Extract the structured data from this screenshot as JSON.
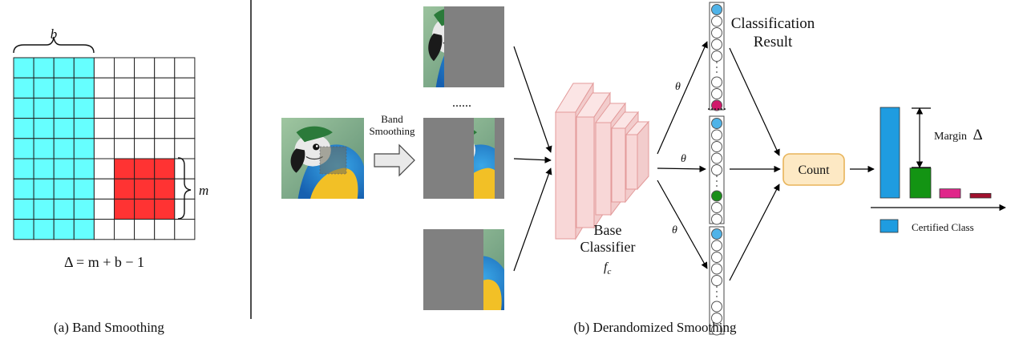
{
  "panel_a": {
    "caption": "(a) Band Smoothing",
    "band_label": "b",
    "patch_label": "m",
    "equation": "Δ = m + b − 1",
    "colors": {
      "band": "#66ffff",
      "patch": "#ff3333",
      "grid_line": "#222222"
    }
  },
  "panel_b": {
    "caption": "(b) Derandomized Smoothing",
    "arrow_label_line1": "Band",
    "arrow_label_line2": "Smoothing",
    "dots": "......",
    "classifier_line1": "Base",
    "classifier_line2": "Classifier",
    "classifier_symbol": "f",
    "classifier_subscript": "c",
    "theta": "θ",
    "result_line1": "Classification",
    "result_line2": "Result",
    "count_label": "Count",
    "margin_label": "Margin",
    "margin_symbol": "Δ",
    "legend_label": "Certified Class",
    "colors": {
      "top_neuron": "#4fb3e8",
      "magenta_neuron": "#d0186a",
      "green_neuron": "#1a8f1a",
      "count_fill": "#fde9c4",
      "count_stroke": "#e8b45a",
      "classifier_fill": "#f8d7d7",
      "classifier_stroke": "#e39a9a",
      "band_gray": "#808080"
    }
  },
  "chart_data": {
    "type": "bar",
    "categories": [
      "",
      "",
      "",
      ""
    ],
    "values": [
      100,
      33,
      10,
      5
    ],
    "colors": [
      "#1f9ce0",
      "#139413",
      "#e0268a",
      "#a1102e"
    ],
    "legend": "Certified Class",
    "annotation": "Margin Δ"
  }
}
